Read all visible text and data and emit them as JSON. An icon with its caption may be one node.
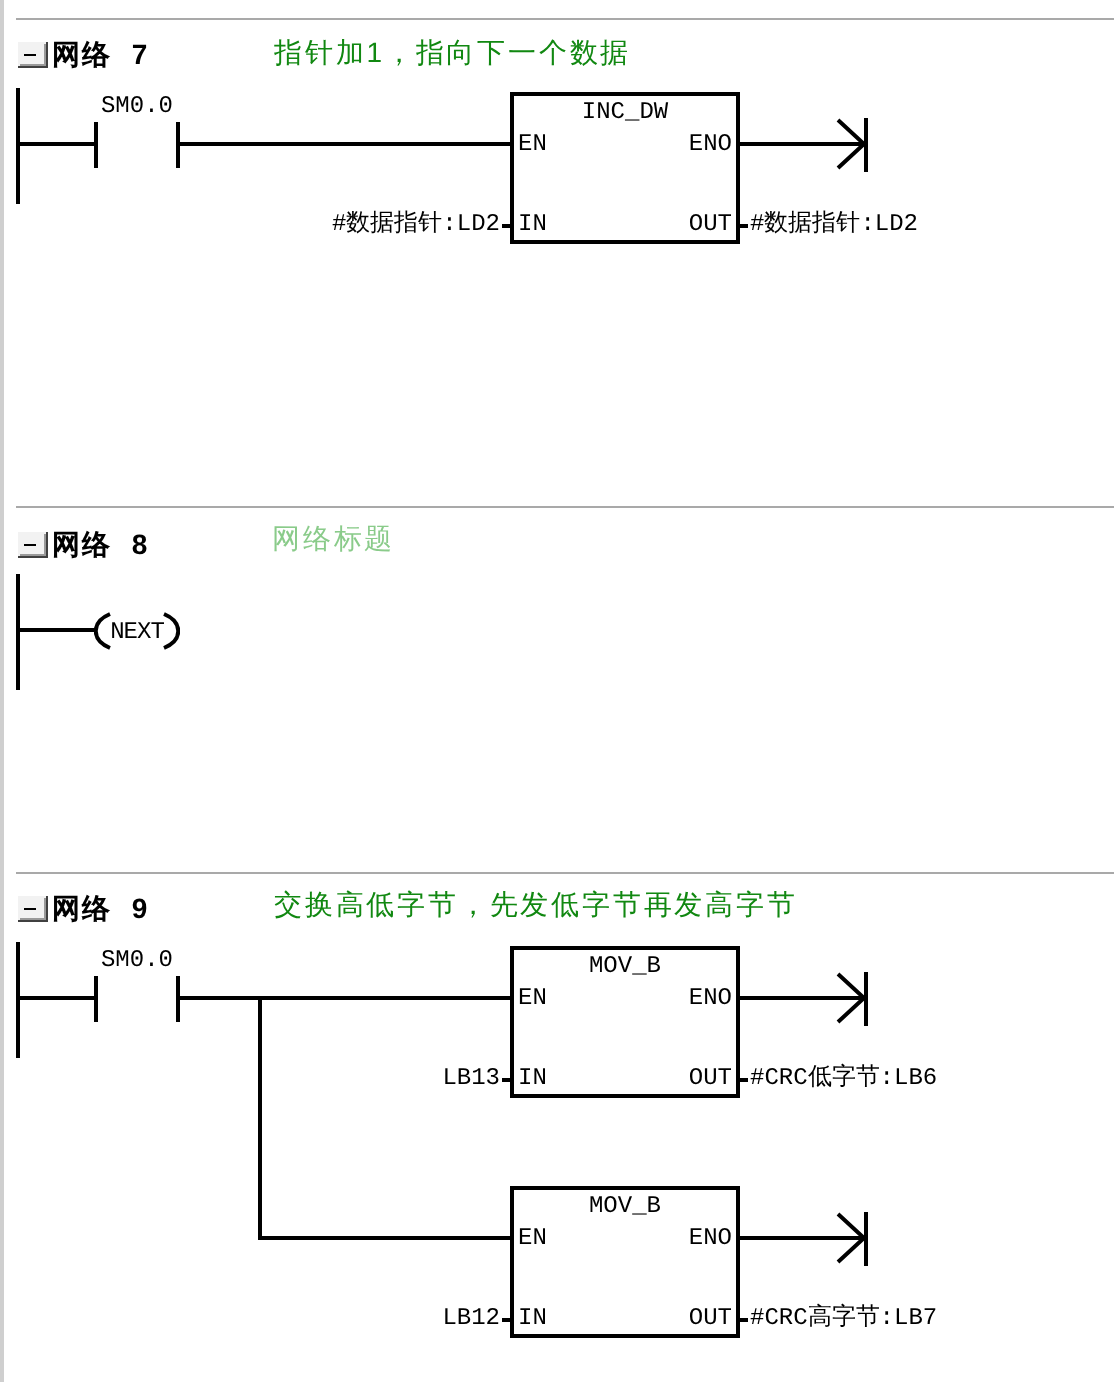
{
  "diagram": {
    "nodes": [
      {
        "text": [],
        "shape": "bar"
      },
      {
        "text": [
          "SM0.0"
        ]
      },
      {
        "text": [
          "INC_DW",
          "EN",
          "ENO",
          "IN",
          "OUT"
        ],
        "beside": [
          "#数据指针:LD2",
          "#数据指针:LD2"
        ]
      },
      {
        "text": [],
        "shape": "bar"
      },
      {
        "text": [],
        "shape": "bar"
      },
      {
        "text": [
          "NEXT"
        ]
      },
      {
        "text": [],
        "shape": "bar"
      },
      {
        "text": [
          "SM0.0"
        ]
      },
      {
        "text": [
          "MOV_B",
          "EN",
          "ENO",
          "IN",
          "OUT"
        ],
        "beside": [
          "LB13",
          "#CRC低字节:LB6"
        ]
      },
      {
        "text": [],
        "shape": "bar"
      },
      {
        "text": [
          "MOV_B",
          "EN",
          "ENO",
          "IN",
          "OUT"
        ],
        "beside": [
          "LB12",
          "#CRC高字节:LB7"
        ]
      },
      {
        "text": [],
        "shape": "bar"
      }
    ],
    "edges": [
      {
        "from": 0,
        "to": 1,
        "arrow": "none"
      },
      {
        "from": 1,
        "to": 2,
        "arrow": "none"
      },
      {
        "from": 2,
        "to": 3,
        "arrow": "to"
      },
      {
        "from": 4,
        "to": 5,
        "arrow": "none"
      },
      {
        "from": 6,
        "to": 7,
        "arrow": "none"
      },
      {
        "from": 7,
        "to": 8,
        "arrow": "none"
      },
      {
        "from": 8,
        "to": 9,
        "arrow": "to"
      },
      {
        "from": 7,
        "to": 10,
        "arrow": "none"
      },
      {
        "from": 10,
        "to": 11,
        "arrow": "to"
      }
    ],
    "labels": [
      "网络 7",
      "指针加1，指向下一个数据",
      "网络 8",
      "网络标题",
      "网络 9",
      "交换高低字节，先发低字节再发高字节"
    ]
  }
}
